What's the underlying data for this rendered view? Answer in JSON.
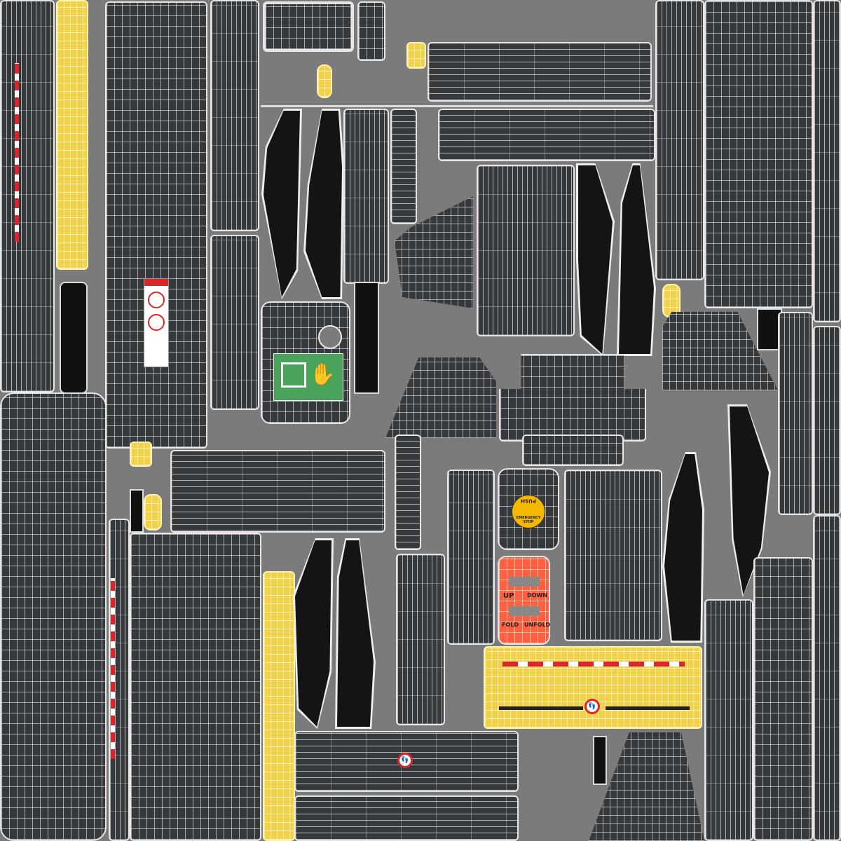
{
  "texture": {
    "emergency_button": {
      "top_text": "PUSH",
      "ring_text": "EMERGENCY STOP"
    },
    "control_panel": {
      "labels": [
        "UP",
        "DOWN",
        "FOLD",
        "UNFOLD"
      ]
    },
    "colors": {
      "background": "#7b7b7b",
      "panel": "#35393c",
      "yellow": "#f2d24a",
      "orange": "#ff6040",
      "green": "#4aa35a",
      "red": "#d8262a"
    },
    "icons": [
      "emergency-exit-icon",
      "hand-icon",
      "no-step-icon",
      "warning-label-icon"
    ]
  }
}
